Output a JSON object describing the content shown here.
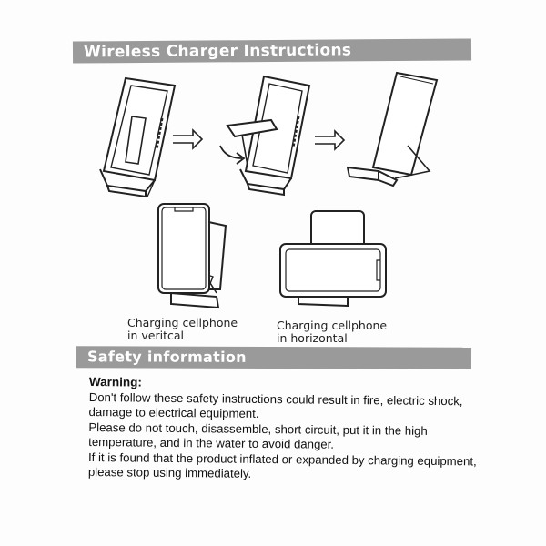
{
  "header": {
    "title": "Wireless Charger Instructions"
  },
  "diagrams": {
    "caption_vertical_line1": "Charging cellphone",
    "caption_vertical_line2": "in veritcal",
    "caption_horizontal_line1": "Charging cellphone",
    "caption_horizontal_line2": "in horizontal"
  },
  "safety": {
    "title": "Safety information",
    "warning_label": "Warning:",
    "paragraphs": [
      "Don't follow these safety instructions could result in fire, electric shock, damage to electrical equipment.",
      "Please do not touch, disassemble, short circuit, put it in the high temperature, and in the water to avoid danger.",
      "If it is found that the product inflated or expanded by charging equipment, please stop using immediately."
    ]
  }
}
